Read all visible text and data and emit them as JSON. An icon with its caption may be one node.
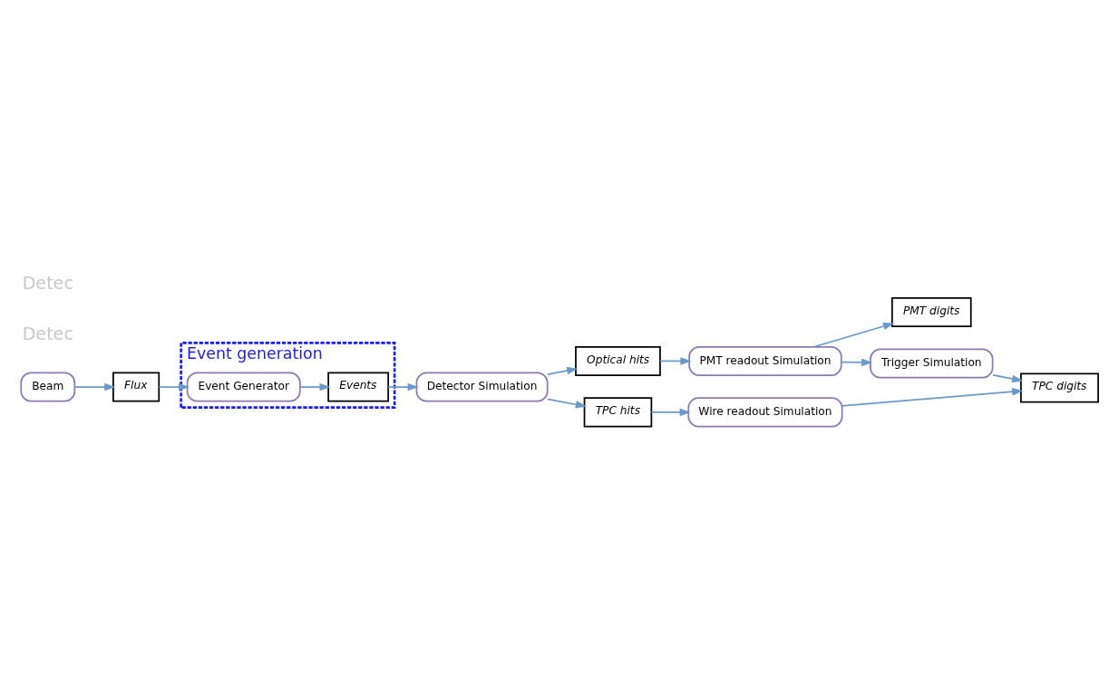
{
  "diagram": {
    "nodes": [
      {
        "text": [
          "Beam"
        ]
      },
      {
        "text": [
          "Flux"
        ]
      },
      {
        "text": [
          "Event generation"
        ]
      },
      {
        "text": [
          "Event Generator"
        ],
        "in": 2
      },
      {
        "text": [
          "Events"
        ],
        "in": 2
      },
      {
        "text": [
          "Detector Simulation"
        ]
      },
      {
        "text": [
          "Optical hits"
        ]
      },
      {
        "text": [
          "TPC hits"
        ]
      },
      {
        "text": [
          "PMT readout Simulation"
        ]
      },
      {
        "text": [
          "PMT digits"
        ]
      },
      {
        "text": [
          "Trigger Simulation"
        ]
      },
      {
        "text": [
          "Wire readout Simulation"
        ]
      },
      {
        "text": [
          "TPC digits"
        ]
      }
    ],
    "edges": [
      {
        "from": 0,
        "to": 1,
        "arrow": "to"
      },
      {
        "from": 1,
        "to": 3,
        "arrow": "to"
      },
      {
        "from": 3,
        "to": 4,
        "arrow": "to"
      },
      {
        "from": 4,
        "to": 5,
        "arrow": "to"
      },
      {
        "from": 5,
        "to": 6,
        "arrow": "to"
      },
      {
        "from": 5,
        "to": 7,
        "arrow": "to"
      },
      {
        "from": 6,
        "to": 8,
        "arrow": "to"
      },
      {
        "from": 8,
        "to": 9,
        "arrow": "to"
      },
      {
        "from": 8,
        "to": 10,
        "arrow": "to"
      },
      {
        "from": 10,
        "to": 12,
        "arrow": "to"
      },
      {
        "from": 7,
        "to": 11,
        "arrow": "to"
      },
      {
        "from": 11,
        "to": 12,
        "arrow": "to"
      }
    ],
    "labels": [
      "Detec",
      "Detec"
    ]
  }
}
